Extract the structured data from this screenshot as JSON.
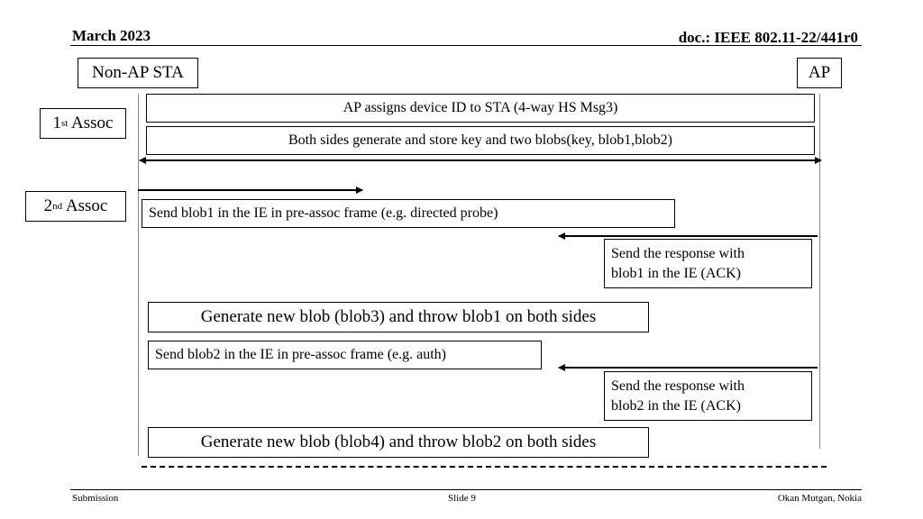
{
  "header": {
    "date": "March 2023",
    "doc": "doc.: IEEE 802.11-22/441r0"
  },
  "actors": {
    "left": "Non-AP STA",
    "right": "AP"
  },
  "phases": {
    "first": {
      "ordinal": "1",
      "suffix": "st",
      "label": " Assoc"
    },
    "second": {
      "ordinal": "2",
      "suffix": "nd",
      "label": " Assoc"
    }
  },
  "steps": {
    "assign_id": "AP assigns device ID to STA (4-way HS Msg3)",
    "generate_store": "Both sides generate and store key and two blobs(key, blob1,blob2)",
    "send_blob1": "Send blob1 in the IE in pre-assoc frame (e.g. directed probe)",
    "resp_blob1": [
      "Send the response with",
      "blob1 in the IE (ACK)"
    ],
    "gen_blob3": "Generate new blob (blob3) and throw blob1 on both sides",
    "send_blob2": "Send blob2 in the IE in pre-assoc frame (e.g. auth)",
    "resp_blob2": [
      "Send the response with",
      "blob2 in the IE (ACK)"
    ],
    "gen_blob4": "Generate new blob (blob4) and throw blob2 on both sides"
  },
  "footer": {
    "left": "Submission",
    "center": "Slide 9",
    "right": "Okan Mutgan, Nokia"
  }
}
